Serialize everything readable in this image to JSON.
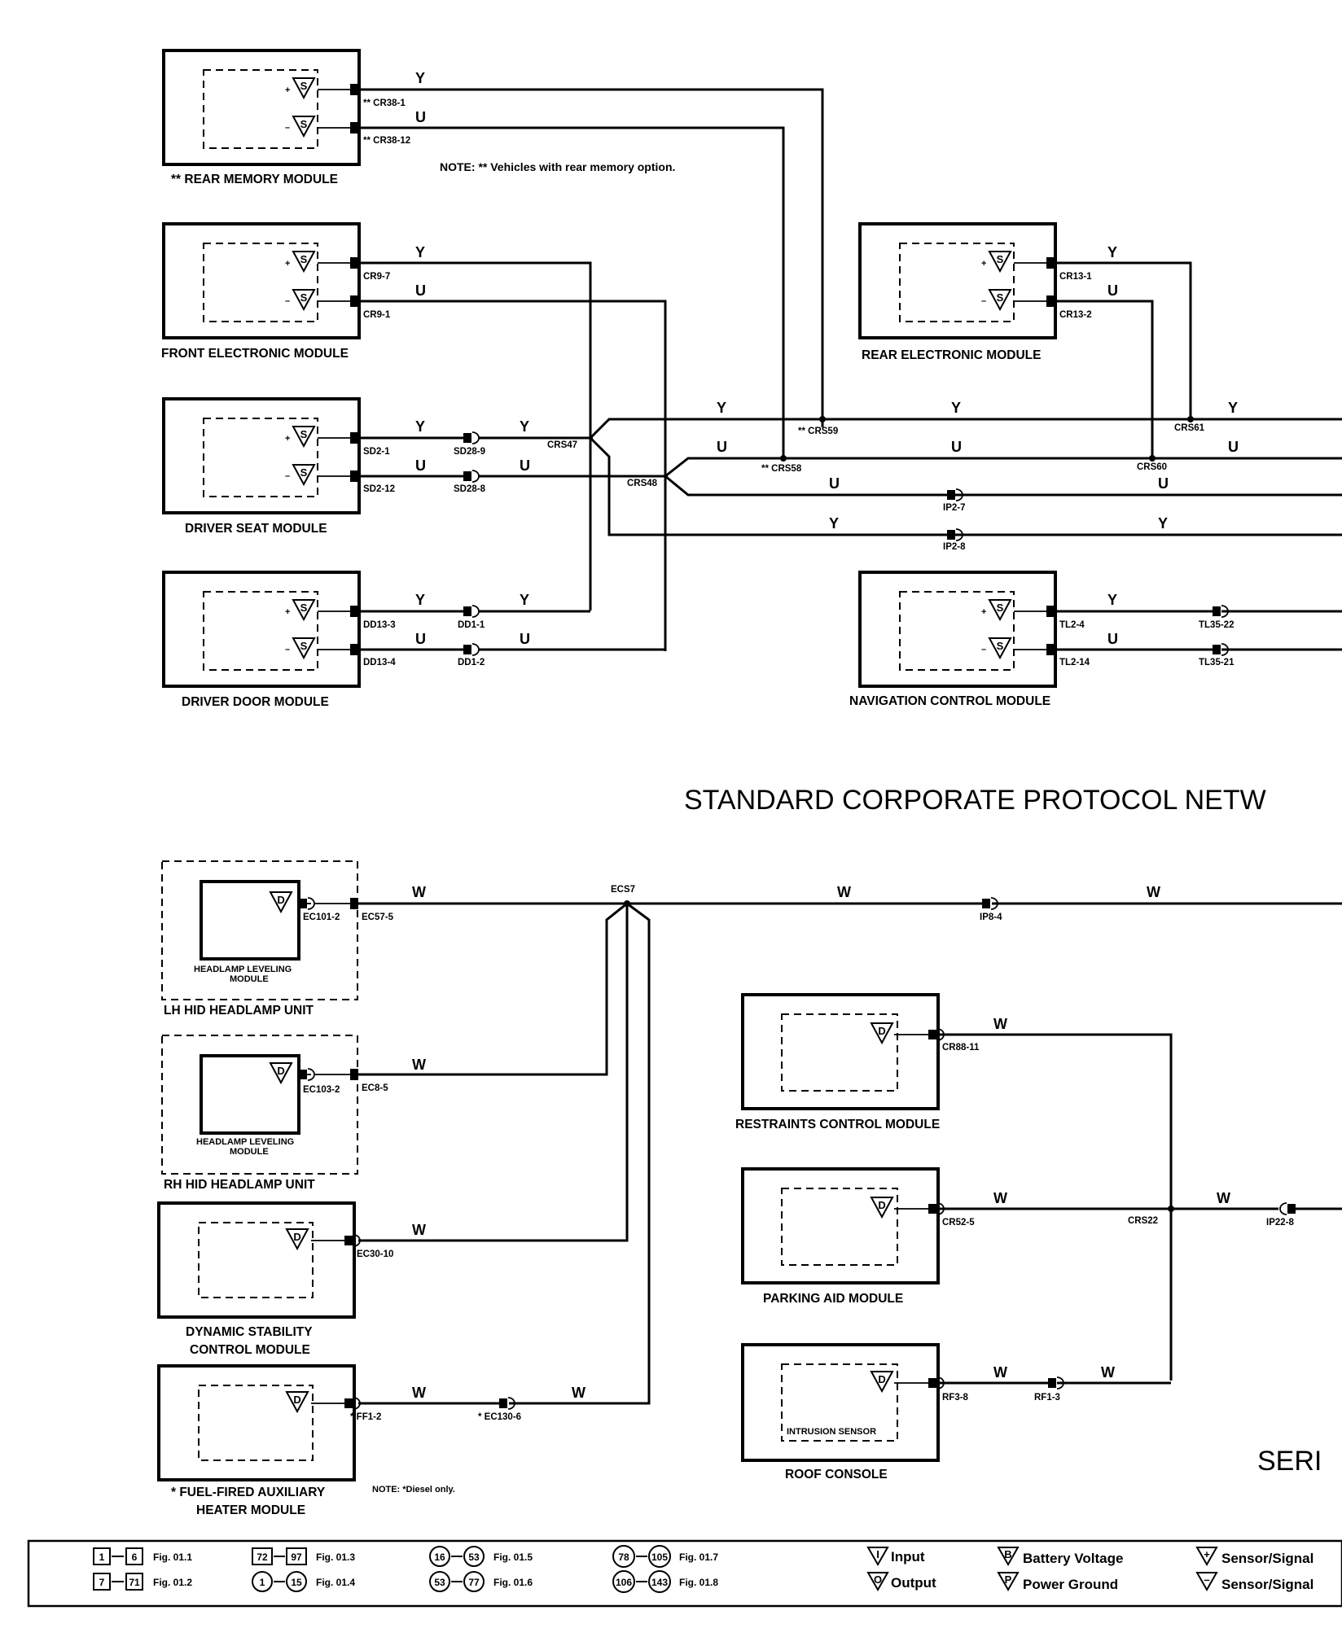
{
  "wire_colors": {
    "yellow": "Y",
    "blue": "U",
    "white": "W"
  },
  "section_titles": {
    "scp": "STANDARD CORPORATE PROTOCOL NETW",
    "serial": "SERI"
  },
  "notes": {
    "rear_memory": "NOTE: ** Vehicles with rear memory option.",
    "diesel": "NOTE: *Diesel only."
  },
  "modules": {
    "rear_memory": "** REAR MEMORY MODULE",
    "front_electronic": "FRONT ELECTRONIC MODULE",
    "driver_seat": "DRIVER SEAT MODULE",
    "driver_door": "DRIVER DOOR MODULE",
    "rear_electronic": "REAR ELECTRONIC MODULE",
    "navigation": "NAVIGATION CONTROL MODULE",
    "lh_hid": "LH HID HEADLAMP UNIT",
    "rh_hid": "RH HID HEADLAMP UNIT",
    "headlamp_leveling_1": "HEADLAMP LEVELING",
    "headlamp_leveling_2": "MODULE",
    "dsc_1": "DYNAMIC STABILITY",
    "dsc_2": "CONTROL MODULE",
    "ffah_1": "* FUEL-FIRED AUXILIARY",
    "ffah_2": "HEATER MODULE",
    "restraints": "RESTRAINTS CONTROL MODULE",
    "parking_aid": "PARKING AID MODULE",
    "roof_console": "ROOF CONSOLE",
    "intrusion_sensor": "INTRUSION SENSOR"
  },
  "pins": {
    "cr38_1": "** CR38-1",
    "cr38_12": "** CR38-12",
    "cr9_7": "CR9-7",
    "cr9_1": "CR9-1",
    "sd2_1": "SD2-1",
    "sd2_12": "SD2-12",
    "sd28_9": "SD28-9",
    "sd28_8": "SD28-8",
    "crs47": "CRS47",
    "crs48": "CRS48",
    "dd13_3": "DD13-3",
    "dd13_4": "DD13-4",
    "dd1_1": "DD1-1",
    "dd1_2": "DD1-2",
    "crs59": "** CRS59",
    "crs58": "** CRS58",
    "crs61": "CRS61",
    "crs60": "CRS60",
    "ip2_7": "IP2-7",
    "ip2_8": "IP2-8",
    "cr13_1": "CR13-1",
    "cr13_2": "CR13-2",
    "tl2_4": "TL2-4",
    "tl2_14": "TL2-14",
    "tl35_22": "TL35-22",
    "tl35_21": "TL35-21",
    "ec101_2": "EC101-2",
    "ec57_5": "EC57-5",
    "ecs7": "ECS7",
    "ip8_4": "IP8-4",
    "ec103_2": "EC103-2",
    "ec8_5": "EC8-5",
    "ec30_10": "EC30-10",
    "ff1_2": "* FF1-2",
    "ec130_6": "* EC130-6",
    "cr88_11": "CR88-11",
    "cr52_5": "CR52-5",
    "crs22": "CRS22",
    "ip22_8": "IP22-8",
    "rf3_8": "RF3-8",
    "rf1_3": "RF1-3"
  },
  "legend": {
    "refs": [
      {
        "from": "1",
        "to": "6",
        "fig": "Fig. 01.1"
      },
      {
        "from": "7",
        "to": "71",
        "fig": "Fig. 01.2"
      },
      {
        "from": "72",
        "to": "97",
        "fig": "Fig. 01.3"
      },
      {
        "from": "1",
        "to": "15",
        "fig": "Fig. 01.4"
      },
      {
        "from": "16",
        "to": "53",
        "fig": "Fig. 01.5"
      },
      {
        "from": "53",
        "to": "77",
        "fig": "Fig. 01.6"
      },
      {
        "from": "78",
        "to": "105",
        "fig": "Fig. 01.7"
      },
      {
        "from": "106",
        "to": "143",
        "fig": "Fig. 01.8"
      }
    ],
    "input": "Input",
    "output": "Output",
    "battery": "Battery Voltage",
    "ground": "Power Ground",
    "sensor_pos": "Sensor/Signal",
    "sensor_neg": "Sensor/Signal"
  }
}
